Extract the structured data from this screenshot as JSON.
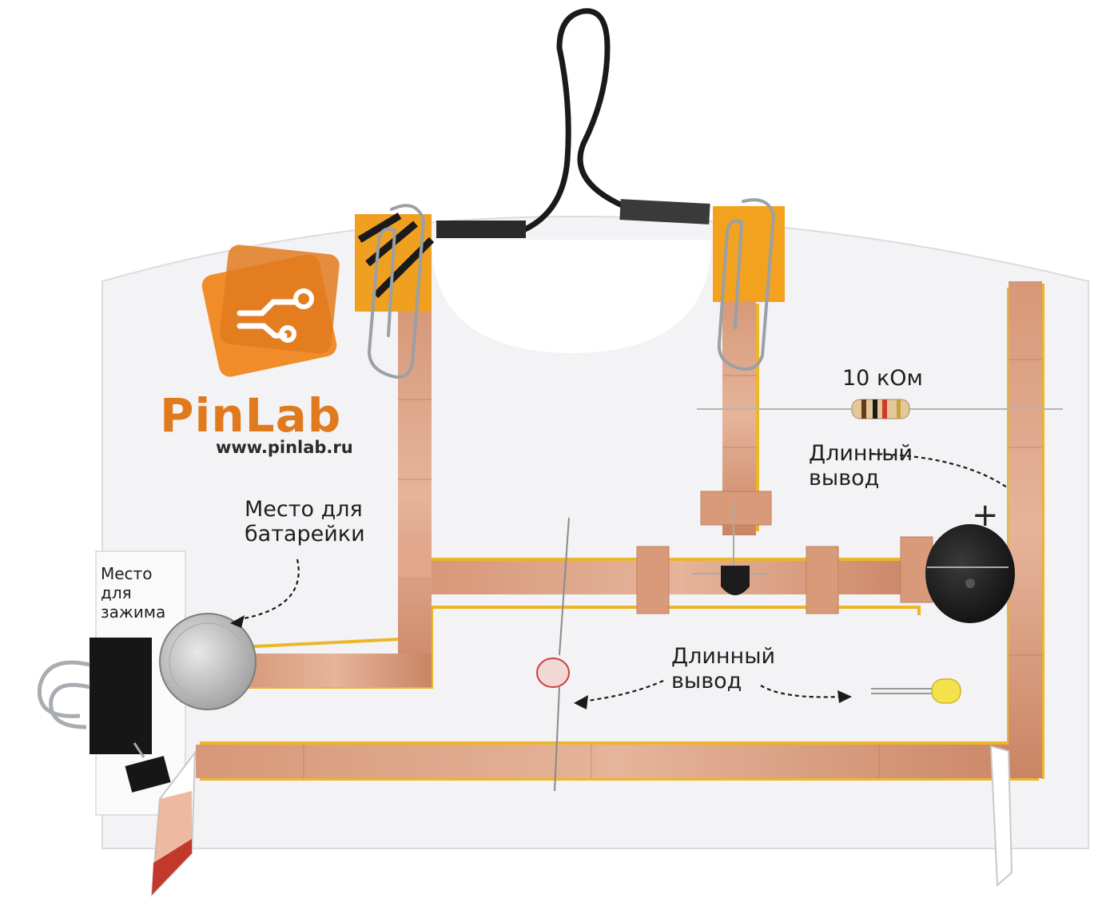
{
  "brand": {
    "name": "PinLab",
    "url": "www.pinlab.ru",
    "color": "#e07a1f"
  },
  "labels": {
    "resistor_value": "10 кОм",
    "long_lead_top": "Длинный\nвывод",
    "long_lead_bottom": "Длинный\nвывод",
    "battery_place": "Место для\nбатарейки",
    "clip_place": "Место\nдля\nзажима",
    "plus_sign": "+"
  },
  "colors": {
    "board": "#f4f4f6",
    "copper": "#d99a7a",
    "copper_dark": "#b8714f",
    "orange_tape": "#f0a020",
    "trace_shadow": "#e8b020",
    "wire": "#1a1a1a"
  }
}
